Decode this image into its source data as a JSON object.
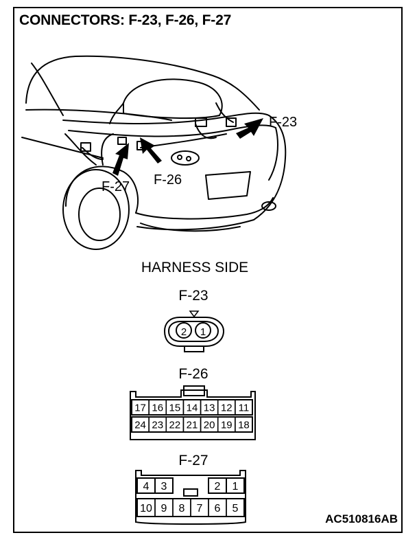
{
  "title": "CONNECTORS: F-23, F-26, F-27",
  "callouts": {
    "f23": "F-23",
    "f26": "F-26",
    "f27": "F-27"
  },
  "harness_side": "HARNESS SIDE",
  "connectors": {
    "f23": {
      "name": "F-23",
      "pins": [
        "2",
        "1"
      ]
    },
    "f26": {
      "name": "F-26",
      "top_row": [
        "17",
        "16",
        "15",
        "14",
        "13",
        "12",
        "11"
      ],
      "bottom_row": [
        "24",
        "23",
        "22",
        "21",
        "20",
        "19",
        "18"
      ]
    },
    "f27": {
      "name": "F-27",
      "top_row": [
        "4",
        "3",
        "2",
        "1"
      ],
      "bottom_row": [
        "10",
        "9",
        "8",
        "7",
        "6",
        "5"
      ]
    }
  },
  "figure_code": "AC510816AB"
}
